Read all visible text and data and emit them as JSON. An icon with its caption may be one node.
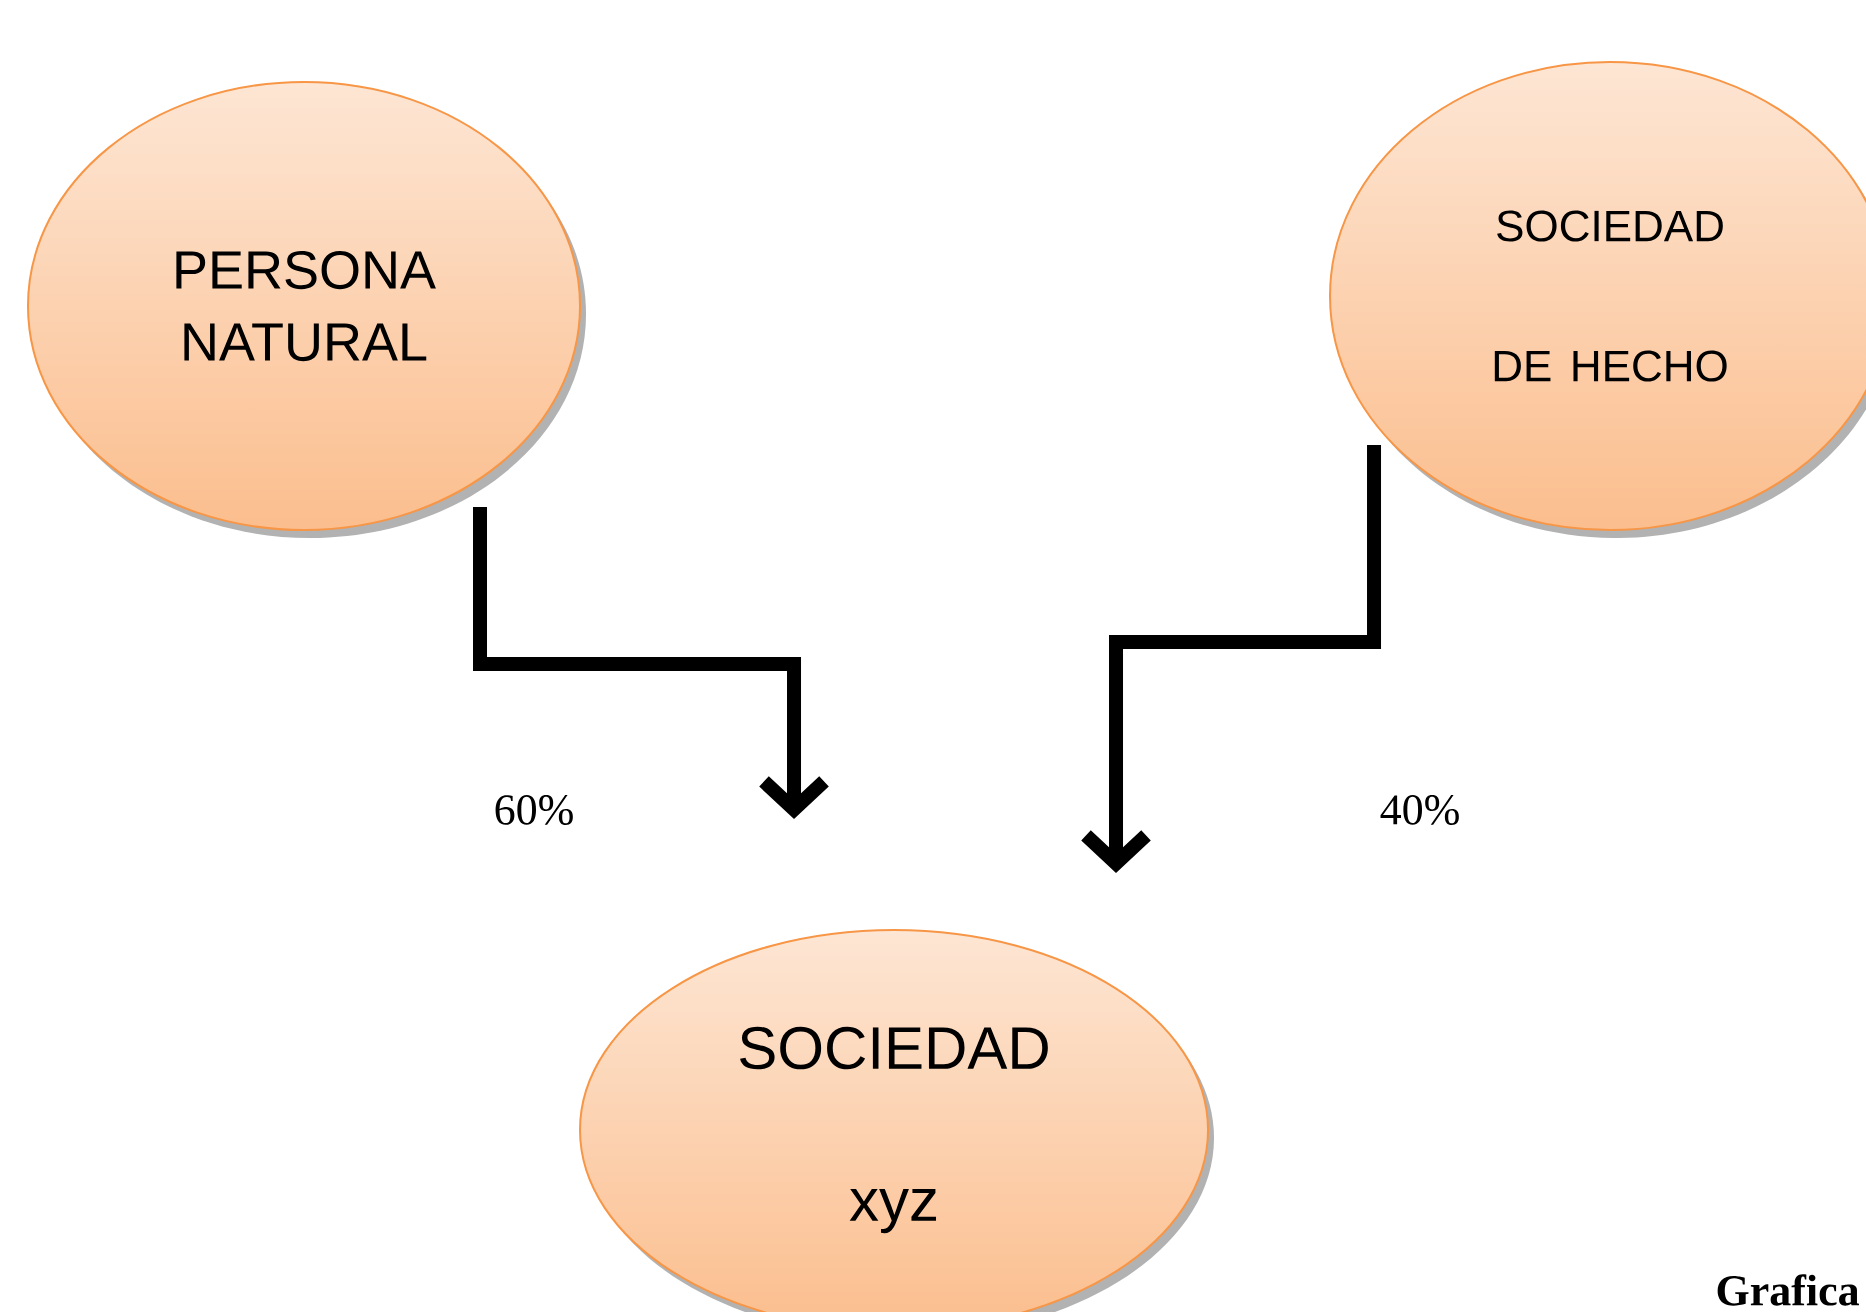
{
  "diagram": {
    "nodes": [
      {
        "text": [
          "PERSONA NATURAL"
        ]
      },
      {
        "text": [
          "SOCIEDAD",
          "DE HECHO"
        ]
      },
      {
        "text": [
          "SOCIEDAD xyz"
        ]
      }
    ],
    "edges": [
      {
        "from": 0,
        "to": 2,
        "arrow": "to",
        "label": "60%"
      },
      {
        "from": 1,
        "to": 2,
        "arrow": "to",
        "label": "40%"
      }
    ],
    "labels": [
      "Grafica"
    ]
  }
}
